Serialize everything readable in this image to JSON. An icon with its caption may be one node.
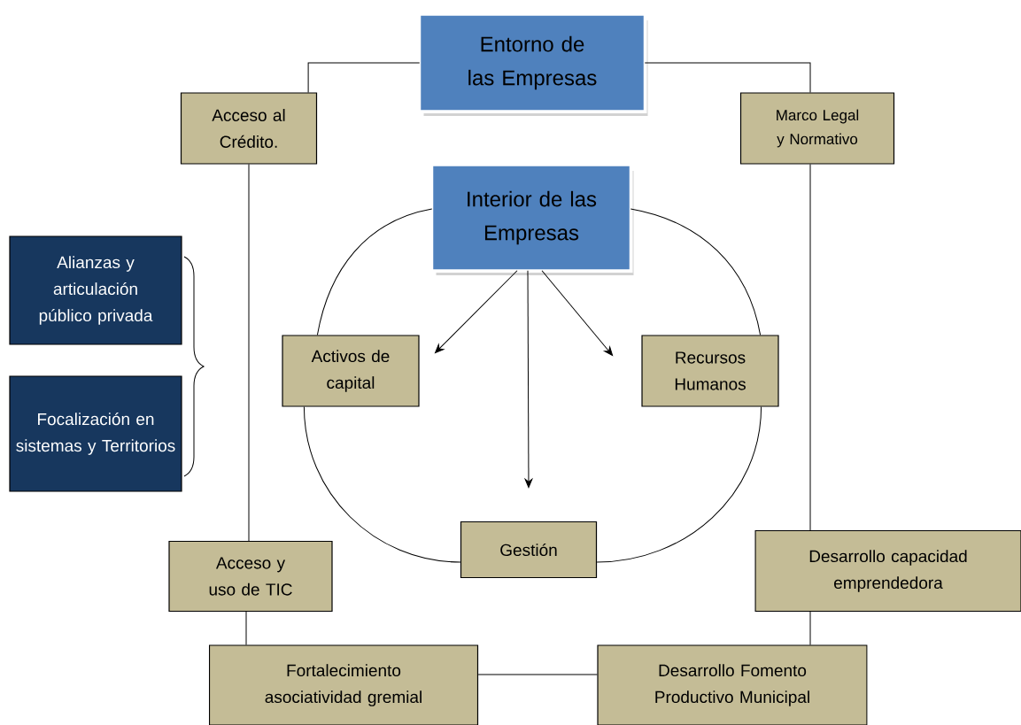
{
  "diagram": {
    "nodes": [
      {
        "text": [
          "Entorno de las Empresas"
        ]
      },
      {
        "text": [
          "Acceso al Crédito."
        ]
      },
      {
        "text": [
          "Marco Legal y Normativo"
        ]
      },
      {
        "text": [
          "Interior de las Empresas"
        ]
      },
      {
        "text": [
          "Alianzas y articulación público privada"
        ]
      },
      {
        "text": [
          "Focalización en sistemas y Territorios"
        ]
      },
      {
        "text": [
          "Activos de capital"
        ]
      },
      {
        "text": [
          "Recursos Humanos"
        ]
      },
      {
        "text": [
          "Gestión"
        ]
      },
      {
        "text": [
          "Acceso y uso de TIC"
        ]
      },
      {
        "text": [
          "Desarrollo capacidad emprendedora"
        ]
      },
      {
        "text": [
          "Fortalecimiento asociatividad gremial"
        ]
      },
      {
        "text": [
          "Desarrollo Fomento Productivo Municipal"
        ]
      }
    ],
    "edges": [
      {
        "from": 0,
        "to": 1,
        "arrow": "none"
      },
      {
        "from": 0,
        "to": 2,
        "arrow": "none"
      },
      {
        "from": 1,
        "to": 9,
        "arrow": "none"
      },
      {
        "from": 2,
        "to": 10,
        "arrow": "none"
      },
      {
        "from": 9,
        "to": 11,
        "arrow": "none"
      },
      {
        "from": 10,
        "to": 12,
        "arrow": "none"
      },
      {
        "from": 11,
        "to": 12,
        "arrow": "none"
      },
      {
        "from": 3,
        "to": 6,
        "arrow": "to"
      },
      {
        "from": 3,
        "to": 7,
        "arrow": "to"
      },
      {
        "from": 3,
        "to": 8,
        "arrow": "to"
      },
      {
        "from": 3,
        "to": 6,
        "arrow": "none"
      },
      {
        "from": 3,
        "to": 7,
        "arrow": "none"
      },
      {
        "from": 6,
        "to": 8,
        "arrow": "none"
      },
      {
        "from": 7,
        "to": 8,
        "arrow": "none"
      }
    ]
  }
}
